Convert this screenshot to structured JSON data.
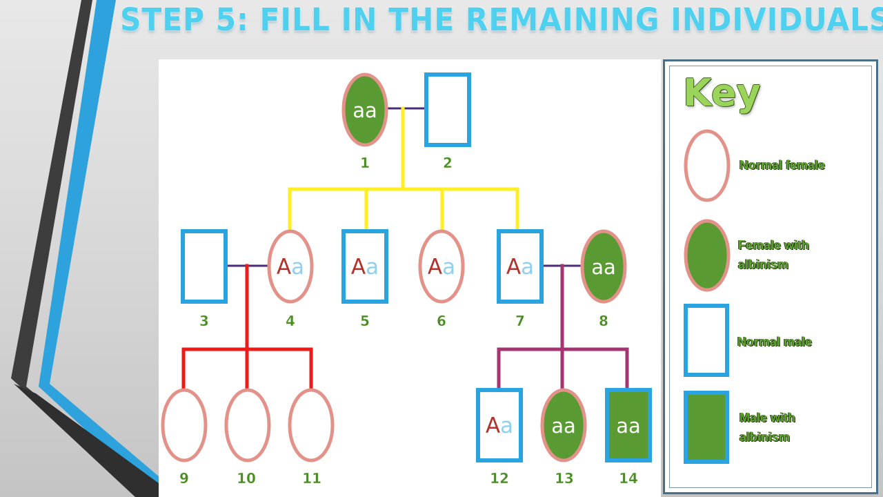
{
  "slide": {
    "title": "STEP 5: FILL IN THE REMAINING INDIVIDUALS"
  },
  "colors": {
    "affected_fill": "#5a9a32",
    "female_outline": "#e3928a",
    "male_outline": "#2aa4e0",
    "parent_line_gen1": "#ffee22",
    "parent_line_gen2_left": "#ee1a1a",
    "parent_line_gen2_right": "#a53570",
    "mate_line": "#4b2a7a",
    "number_color": "#4a8a26"
  },
  "pedigree": {
    "individuals": [
      {
        "id": "1",
        "sex": "female",
        "affected": true,
        "genotype": "aa"
      },
      {
        "id": "2",
        "sex": "male",
        "affected": false,
        "genotype": ""
      },
      {
        "id": "3",
        "sex": "male",
        "affected": false,
        "genotype": ""
      },
      {
        "id": "4",
        "sex": "female",
        "affected": false,
        "genotype": "Aa"
      },
      {
        "id": "5",
        "sex": "male",
        "affected": false,
        "genotype": "Aa"
      },
      {
        "id": "6",
        "sex": "female",
        "affected": false,
        "genotype": "Aa"
      },
      {
        "id": "7",
        "sex": "male",
        "affected": false,
        "genotype": "Aa"
      },
      {
        "id": "8",
        "sex": "female",
        "affected": true,
        "genotype": "aa"
      },
      {
        "id": "9",
        "sex": "female",
        "affected": false,
        "genotype": ""
      },
      {
        "id": "10",
        "sex": "female",
        "affected": false,
        "genotype": ""
      },
      {
        "id": "11",
        "sex": "female",
        "affected": false,
        "genotype": ""
      },
      {
        "id": "12",
        "sex": "male",
        "affected": false,
        "genotype": "Aa"
      },
      {
        "id": "13",
        "sex": "female",
        "affected": true,
        "genotype": "aa"
      },
      {
        "id": "14",
        "sex": "male",
        "affected": true,
        "genotype": "aa"
      }
    ],
    "couples": [
      [
        "1",
        "2"
      ],
      [
        "3",
        "4"
      ],
      [
        "7",
        "8"
      ]
    ],
    "children": {
      "1-2": [
        "4",
        "5",
        "6",
        "7"
      ],
      "3-4": [
        "9",
        "10",
        "11"
      ],
      "7-8": [
        "12",
        "13",
        "14"
      ]
    }
  },
  "key": {
    "title": "Key",
    "items": [
      {
        "label_lines": [
          "Normal female"
        ],
        "sex": "female",
        "affected": false
      },
      {
        "label_lines": [
          "Female with",
          "albinism"
        ],
        "sex": "female",
        "affected": true
      },
      {
        "label_lines": [
          "Normal male"
        ],
        "sex": "male",
        "affected": false
      },
      {
        "label_lines": [
          "Male with",
          "albinism"
        ],
        "sex": "male",
        "affected": true
      }
    ]
  }
}
